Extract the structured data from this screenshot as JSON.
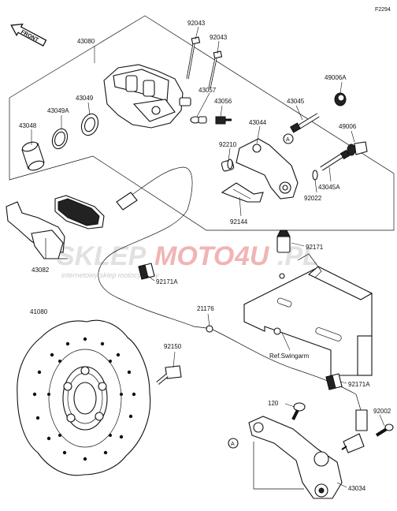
{
  "diagram": {
    "code": "F2294",
    "front_label": "FRONT",
    "watermark": {
      "part1": "SKLEP",
      "part2": "MOTO",
      "part3": "4U",
      "part4": ".PL",
      "tagline": "internetowy sklep motocyklowy"
    },
    "ref_label": "Ref.Swingarm",
    "labels": {
      "p43080": "43080",
      "p92043a": "92043",
      "p92043b": "92043",
      "p43049": "43049",
      "p43049a": "43049A",
      "p43048": "43048",
      "p43057": "43057",
      "p43056": "43056",
      "p43045": "43045",
      "p49006a": "49006A",
      "p49006": "49006",
      "p43044": "43044",
      "p92210": "92210",
      "p43045a": "43045A",
      "p92022": "92022",
      "p92144": "92144",
      "p92171": "92171",
      "p92171a1": "92171A",
      "p43082": "43082",
      "p41080": "41080",
      "p21176": "21176",
      "p92150": "92150",
      "p92171a2": "92171A",
      "p120": "120",
      "p92002": "92002",
      "p43034": "43034"
    },
    "callouts": {
      "a1": "A",
      "a2": "A"
    }
  }
}
